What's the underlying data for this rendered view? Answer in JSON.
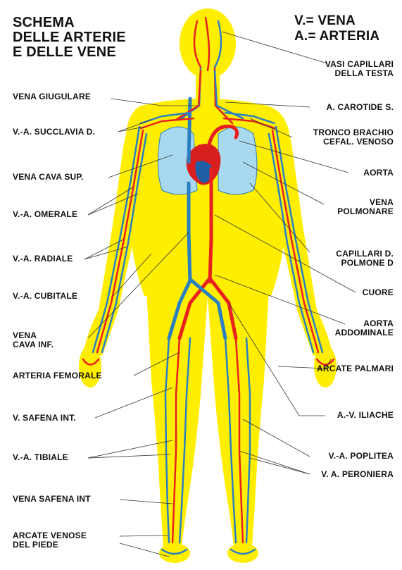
{
  "title": {
    "line1": "SCHEMA",
    "line2": "DELLE ARTERIE",
    "line3": "E DELLE VENE"
  },
  "legend": {
    "vena": "V.= VENA",
    "arteria": "A.= ARTERIA"
  },
  "labels_left": {
    "vena_giugulare": "VENA GIUGULARE",
    "succlavia": "V.-A. SUCCLAVIA D.",
    "cava_sup": "VENA CAVA SUP.",
    "omerale": "V.-A. OMERALE",
    "radiale": "V.-A. RADIALE",
    "cubitale": "V.-A. CUBITALE",
    "cava_inf_1": "VENA",
    "cava_inf_2": "CAVA INF.",
    "femorale": "ARTERIA FEMORALE",
    "safena": "V. SAFENA INT.",
    "tibiale": "V.-A. TIBIALE",
    "safena_int": "VENA SAFENA INT",
    "arcate_venose_1": "ARCATE VENOSE",
    "arcate_venose_2": "DEL PIEDE"
  },
  "labels_right": {
    "vasi_1": "VASI CAPILLARI",
    "vasi_2": "DELLA TESTA",
    "carotide": "A. CAROTIDE S.",
    "tronco_1": "TRONCO BRACHIO",
    "tronco_2": "CEFAL. VENOSO",
    "aorta": "AORTA",
    "vena_polm_1": "VENA",
    "vena_polm_2": "POLMONARE",
    "capillari_1": "CAPILLARI D.",
    "capillari_2": "POLMONE D",
    "cuore": "CUORE",
    "aorta_add_1": "AORTA",
    "aorta_add_2": "ADDOMINALE",
    "arcate_palmari": "ARCATE PALMARI",
    "iliache": "A.-V. ILIACHE",
    "poplitea": "V.-A. POPLITEA",
    "peroniera": "V. A. PERONIERA"
  },
  "colors": {
    "body": "#ffee00",
    "artery": "#e8211e",
    "vein": "#2a7fc1",
    "lung": "#a9d9f0",
    "heart_red": "#d81e1e",
    "heart_blue": "#1f5fa8",
    "leader": "#333333"
  }
}
